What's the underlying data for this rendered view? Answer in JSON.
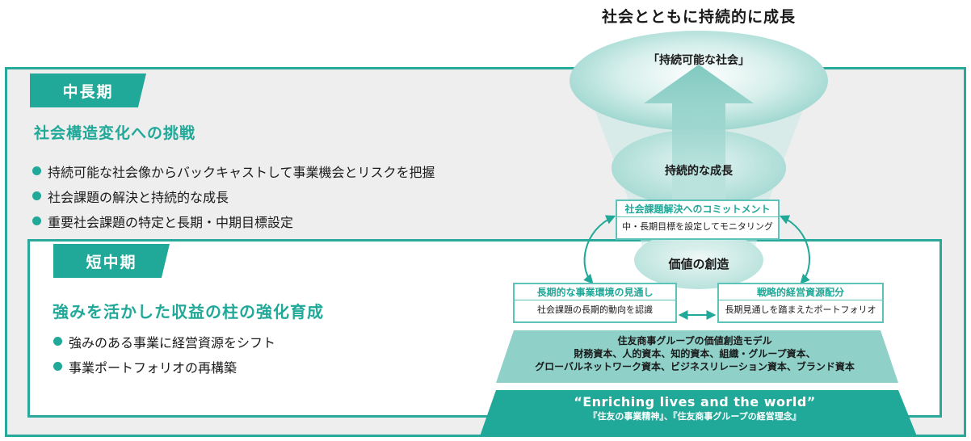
{
  "title": "社会とともに持続的に成長",
  "long_term": {
    "tag": "中長期",
    "heading": "社会構造変化への挑戦",
    "bullets": [
      "持続可能な社会像からバックキャストして事業機会とリスクを把握",
      "社会課題の解決と持続的な成長",
      "重要社会課題の特定と長期・中期目標設定"
    ]
  },
  "short_term": {
    "tag": "短中期",
    "heading": "強みを活かした収益の柱の強化育成",
    "bullets": [
      "強みのある事業に経営資源をシフト",
      "事業ポートフォリオの再構築"
    ]
  },
  "diagram": {
    "sustainable_society": "「持続可能な社会」",
    "sustainable_growth": "持続的な成長",
    "value_creation": "価値の創造",
    "commitment": {
      "title": "社会課題解決へのコミットメント",
      "body": "中・長期目標を設定してモニタリング"
    },
    "environment": {
      "title": "長期的な事業環境の見通し",
      "body": "社会課題の長期的動向を認識"
    },
    "allocation": {
      "title": "戦略的経営資源配分",
      "body": "長期見通しを踏まえたポートフォリオ"
    },
    "model": {
      "line1": "住友商事グループの価値創造モデル",
      "line2": "財務資本、人的資本、知的資本、組織・グループ資本、",
      "line3": "グローバルネットワーク資本、ビジネスリレーション資本、ブランド資本"
    },
    "foundation": {
      "quote": "“Enriching lives and the world”",
      "sub": "『住友の事業精神』、『住友商事グループの経営理念』"
    }
  },
  "colors": {
    "teal": "#20a898",
    "light_teal": "#8fd0c8",
    "panel_gray": "#eeeeee"
  }
}
